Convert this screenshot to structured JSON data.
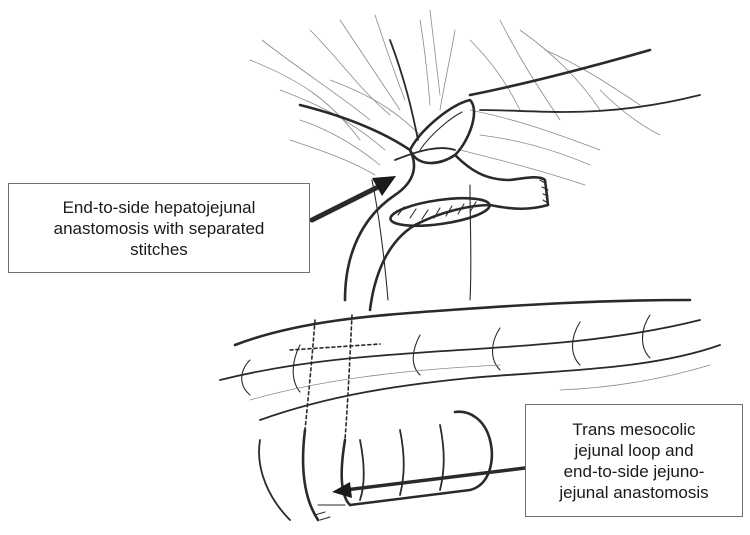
{
  "callouts": [
    {
      "lines": [
        "End-to-side hepatojejunal",
        "anastomosis with separated",
        "stitches"
      ]
    },
    {
      "lines": [
        "Trans mesocolic",
        "jejunal loop and",
        "end-to-side jejuno-",
        "jejunal anastomosis"
      ]
    }
  ],
  "colors": {
    "ink": "#2a2a2a",
    "hatch": "#8a8a8a",
    "box_border": "#6f6f6f",
    "background": "#ffffff"
  }
}
